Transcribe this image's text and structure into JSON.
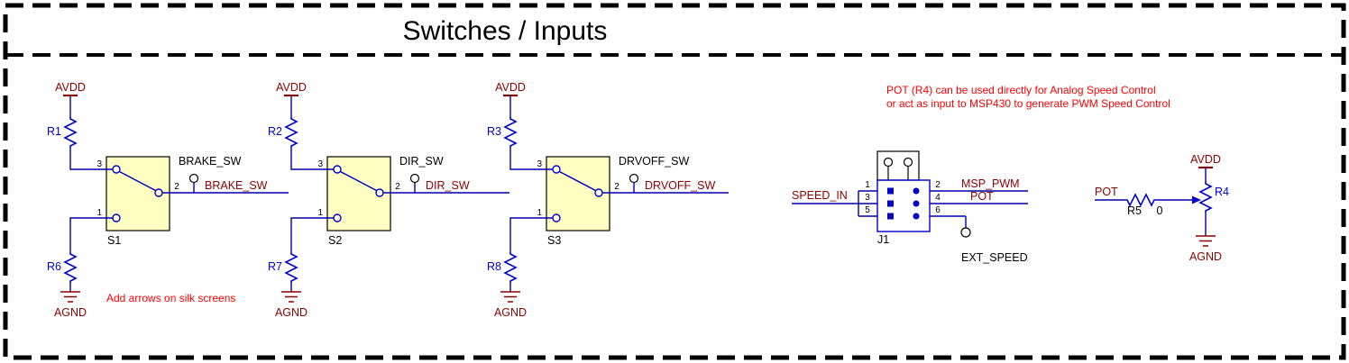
{
  "sheet": {
    "title": "Switches / Inputs"
  },
  "notes": {
    "silkscreen": "Add arrows on silk screens",
    "pot_usage_line1": "POT (R4) can be used directly for Analog Speed Control",
    "pot_usage_line2": "or act as input to MSP430 to generate PWM Speed Control"
  },
  "circuits": [
    {
      "power_net": "AVDD",
      "ground_net": "AGND",
      "pullup_ref": "R1",
      "pulldown_ref": "R6",
      "switch_ref": "S1",
      "pin_top": "3",
      "pin_bottom": "1",
      "pin_out": "2",
      "port_label": "BRAKE_SW",
      "net_label": "BRAKE_SW"
    },
    {
      "power_net": "AVDD",
      "ground_net": "AGND",
      "pullup_ref": "R2",
      "pulldown_ref": "R7",
      "switch_ref": "S2",
      "pin_top": "3",
      "pin_bottom": "1",
      "pin_out": "2",
      "port_label": "DIR_SW",
      "net_label": "DIR_SW"
    },
    {
      "power_net": "AVDD",
      "ground_net": "AGND",
      "pullup_ref": "R3",
      "pulldown_ref": "R8",
      "switch_ref": "S3",
      "pin_top": "3",
      "pin_bottom": "1",
      "pin_out": "2",
      "port_label": "DRVOFF_SW",
      "net_label": "DRVOFF_SW"
    }
  ],
  "connector": {
    "ref": "J1",
    "pins_left": [
      "1",
      "3",
      "5"
    ],
    "pins_right": [
      "2",
      "4",
      "6"
    ],
    "net_left": "SPEED_IN",
    "net_pin2": "MSP_PWM",
    "net_pin4": "POT",
    "net_pin6": "EXT_SPEED"
  },
  "pot": {
    "power_net": "AVDD",
    "ground_net": "AGND",
    "pot_ref": "R4",
    "series_ref": "R5",
    "series_value": "0",
    "net_label": "POT"
  },
  "colors": {
    "net_label": "#8B0000",
    "reference_designator": "#0000C8",
    "wire": "#0000A8",
    "note": "#FF0000",
    "switch_body_fill": "#FFFFC2"
  }
}
